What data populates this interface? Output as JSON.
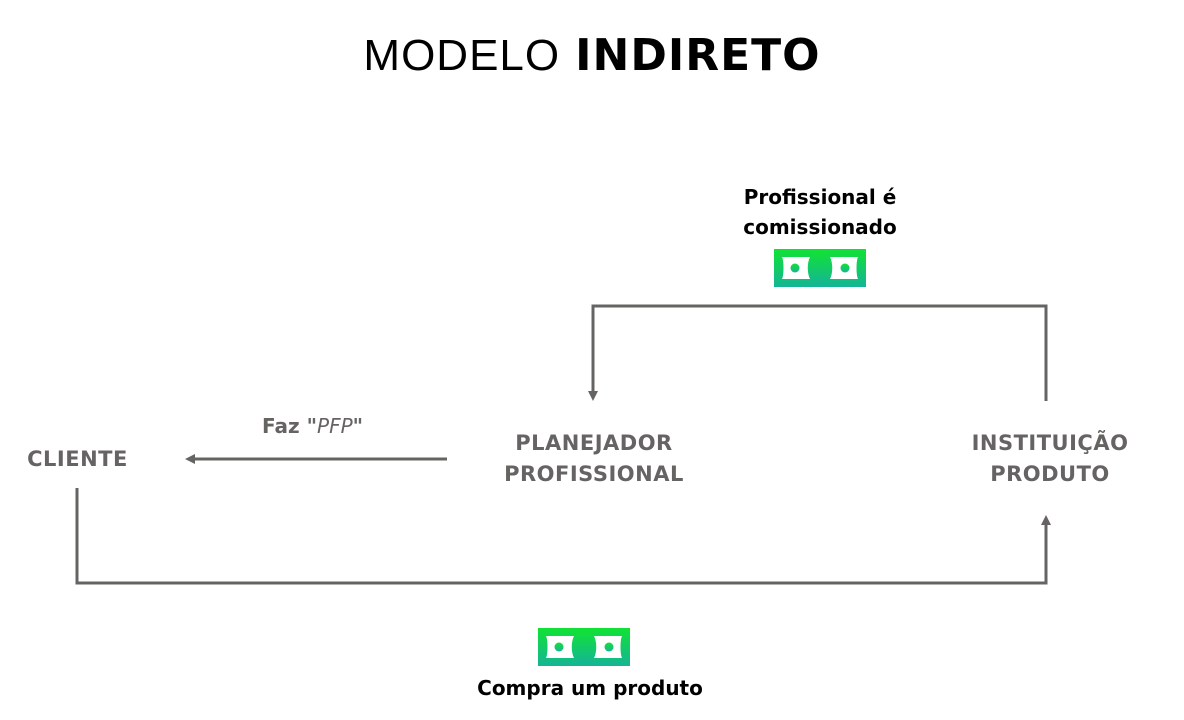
{
  "title": {
    "light": "MODELO",
    "bold": "INDIRETO"
  },
  "nodes": {
    "cliente": {
      "label": "CLIENTE"
    },
    "planejador": {
      "line1": "PLANEJADOR",
      "line2": "PROFISSIONAL"
    },
    "instituicao": {
      "line1": "INSTITUIÇÃO",
      "line2": "PRODUTO"
    }
  },
  "edges": {
    "pfp": {
      "prefix": "Faz ",
      "quote_open": "\"",
      "emph": "PFP",
      "quote_close": "\""
    },
    "commission": {
      "line1": "Profissional é",
      "line2": "comissionado",
      "icon": "money-bill-icon"
    },
    "purchase": {
      "label": "Compra um produto",
      "icon": "money-bill-icon"
    }
  },
  "colors": {
    "node_text": "#666463",
    "line": "#666463",
    "money_top": "#11e234",
    "money_bottom": "#14b596",
    "label_text": "#000000"
  }
}
